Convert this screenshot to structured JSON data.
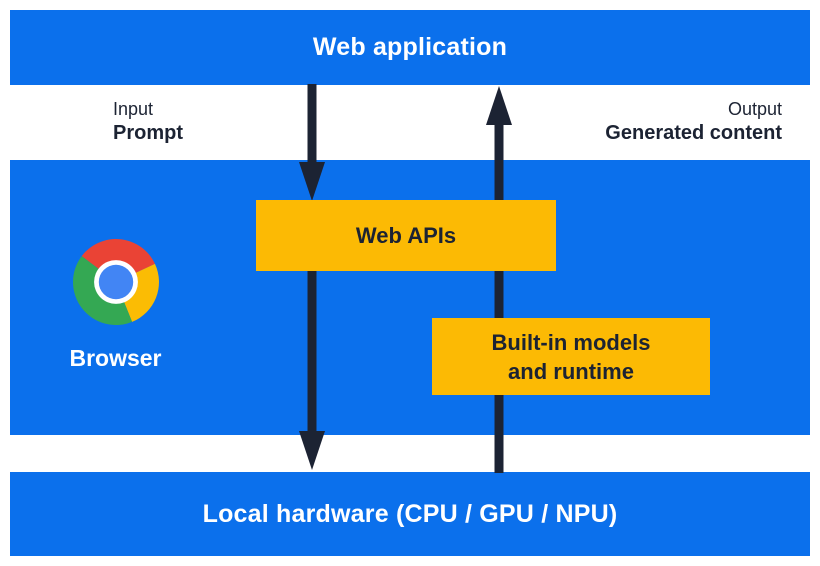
{
  "colors": {
    "page_bg": "#ffffff",
    "panel_blue": "#0b70ec",
    "box_yellow": "#fcba04",
    "dark_navy": "#1c2333",
    "white": "#ffffff",
    "chrome_red": "#ea4335",
    "chrome_yellow": "#fbbc04",
    "chrome_green": "#34a853",
    "chrome_blue": "#4285f4"
  },
  "top_bar": {
    "label": "Web application"
  },
  "io_labels": {
    "input_kind": "Input",
    "input_value": "Prompt",
    "output_kind": "Output",
    "output_value": "Generated content"
  },
  "browser_panel": {
    "browser_label": "Browser",
    "logo_icon": "chrome-logo-icon",
    "web_apis_label": "Web APIs",
    "builtin_line1": "Built-in models",
    "builtin_line2": "and runtime"
  },
  "bottom_bar": {
    "label": "Local hardware (CPU / GPU / NPU)"
  },
  "flows": [
    {
      "name": "input-flow",
      "direction": "down",
      "from": "Web application",
      "via": "Web APIs",
      "to": "Local hardware (CPU / GPU / NPU)"
    },
    {
      "name": "output-flow",
      "direction": "up",
      "from": "Local hardware (CPU / GPU / NPU)",
      "via": "Built-in models and runtime",
      "to": "Web application"
    }
  ]
}
